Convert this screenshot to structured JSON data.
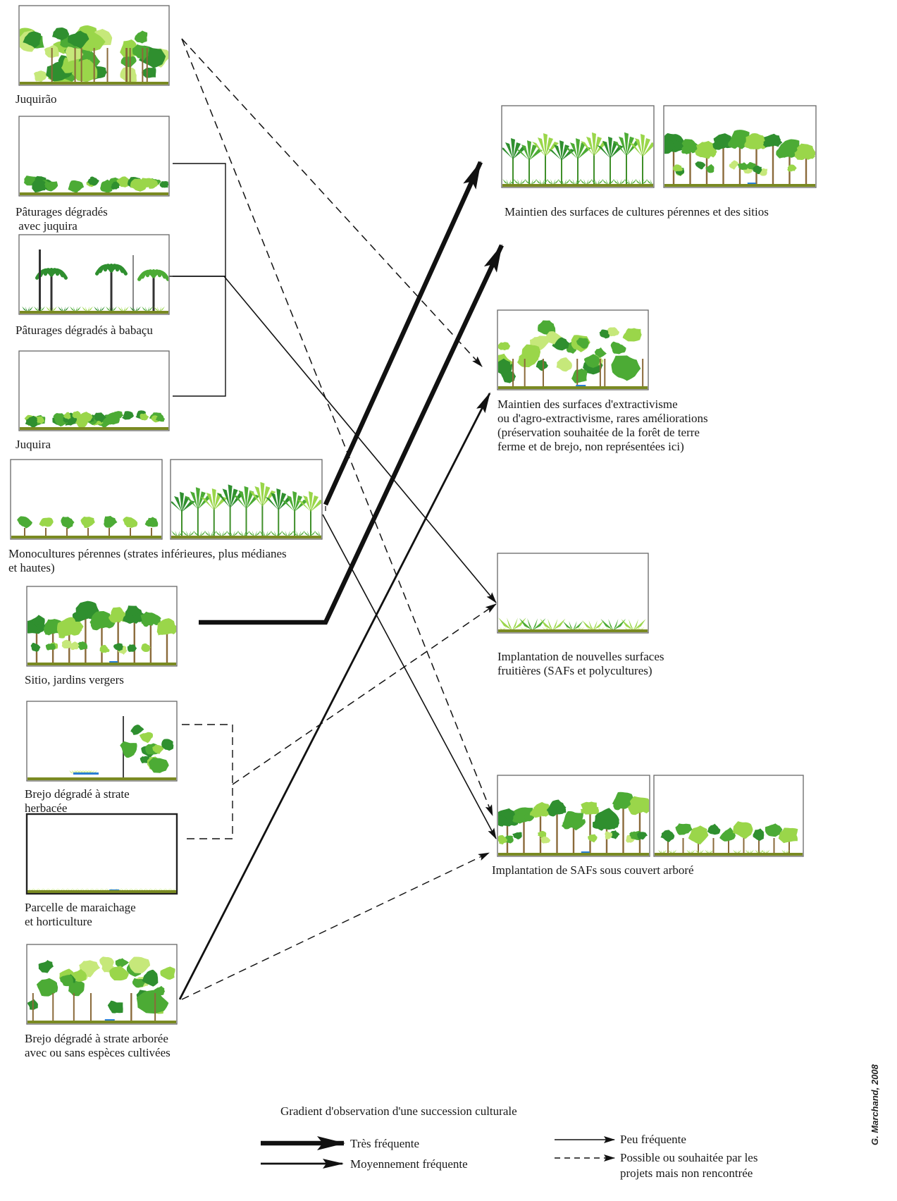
{
  "diagram": {
    "credit": "G. Marchand, 2008",
    "colors": {
      "ground": "#7a8a22",
      "water": "#2a7fd4",
      "dark_green": "#2f8f2f",
      "mid_green": "#4cab35",
      "light_green": "#9ad64a",
      "pale_green": "#c6e87a",
      "trunk": "#8a6a3a",
      "line": "#111111"
    },
    "sources": [
      {
        "id": "juquirao",
        "caption": [
          "Juquirão"
        ],
        "scene": "dense-canopy"
      },
      {
        "id": "pat_juquira",
        "caption": [
          "Pâturages dégradés",
          " avec juquira"
        ],
        "scene": "low-shrubs"
      },
      {
        "id": "pat_babacu",
        "caption": [
          "Pâturages dégradés à babaçu"
        ],
        "scene": "palms"
      },
      {
        "id": "juquira",
        "caption": [
          "Juquira"
        ],
        "scene": "low-shrubs-dense"
      },
      {
        "id": "mono_low",
        "caption": [
          "Monocultures pérennes (strates inférieures, plus médianes",
          "et hautes)"
        ],
        "scene": "round-shrubs"
      },
      {
        "id": "mono_high",
        "caption": [],
        "scene": "banana-rows"
      },
      {
        "id": "sitio",
        "caption": [
          "Sitio, jardins vergers"
        ],
        "scene": "orchard"
      },
      {
        "id": "brejo_herb",
        "caption": [
          "Brejo dégradé à strate",
          "herbacée"
        ],
        "scene": "wet-herbaceous"
      },
      {
        "id": "maraichage",
        "caption": [
          "Parcelle de maraichage",
          "et horticulture"
        ],
        "scene": "empty-plot"
      },
      {
        "id": "brejo_arbo",
        "caption": [
          "Brejo dégradé à strate arborée",
          "avec ou sans espèces cultivées"
        ],
        "scene": "wet-trees"
      }
    ],
    "targets": [
      {
        "id": "t_perennial_a",
        "caption": [
          "Maintien des surfaces de cultures pérennes et des sitios"
        ],
        "scene": "banana-rows"
      },
      {
        "id": "t_perennial_b",
        "caption": [],
        "scene": "orchard"
      },
      {
        "id": "t_extract",
        "caption": [
          "Maintien des surfaces d'extractivisme",
          "ou d'agro-extractivisme, rares améliorations",
          "(préservation souhaitée de la forêt de terre",
          "ferme et de brejo, non représentées ici)"
        ],
        "scene": "wet-trees"
      },
      {
        "id": "t_fruit",
        "caption": [
          "Implantation de nouvelles surfaces",
          "fruitières (SAFs et polycultures)"
        ],
        "scene": "young-plants"
      },
      {
        "id": "t_saf_a",
        "caption": [
          "Implantation de SAFs  sous couvert arboré"
        ],
        "scene": "orchard"
      },
      {
        "id": "t_saf_b",
        "caption": [],
        "scene": "scattered-trees"
      }
    ],
    "edges": [
      {
        "from": "mono_high",
        "to": "t_perennial_a",
        "frequency": "tres_frequente"
      },
      {
        "from": "sitio",
        "to": "t_perennial_a",
        "frequency": "tres_frequente"
      },
      {
        "from": "brejo_arbo",
        "to": "t_extract",
        "frequency": "moyennement_frequente"
      },
      {
        "from": "pat_babacu",
        "to": "t_fruit",
        "frequency": "peu_frequente"
      },
      {
        "from": "pat_juquira",
        "to": "t_saf_a",
        "frequency": "peu_frequente"
      },
      {
        "from": "juquirao",
        "to": "t_extract",
        "frequency": "possible_souhaitee"
      },
      {
        "from": "juquirao",
        "to": "t_saf_a",
        "frequency": "possible_souhaitee"
      },
      {
        "from": "brejo_herb",
        "to": "t_fruit",
        "frequency": "possible_souhaitee"
      },
      {
        "from": "brejo_arbo",
        "to": "t_saf_a",
        "frequency": "possible_souhaitee"
      }
    ],
    "legend": {
      "title": "Gradient d'observation d'une succession culturale",
      "items": [
        {
          "key": "tres_frequente",
          "label": [
            "Très fréquente"
          ]
        },
        {
          "key": "moyennement_frequente",
          "label": [
            "Moyennement fréquente"
          ]
        },
        {
          "key": "peu_frequente",
          "label": [
            "Peu fréquente"
          ]
        },
        {
          "key": "possible_souhaitee",
          "label": [
            "Possible ou souhaitée par les",
            "projets mais non rencontrée"
          ]
        }
      ]
    }
  }
}
